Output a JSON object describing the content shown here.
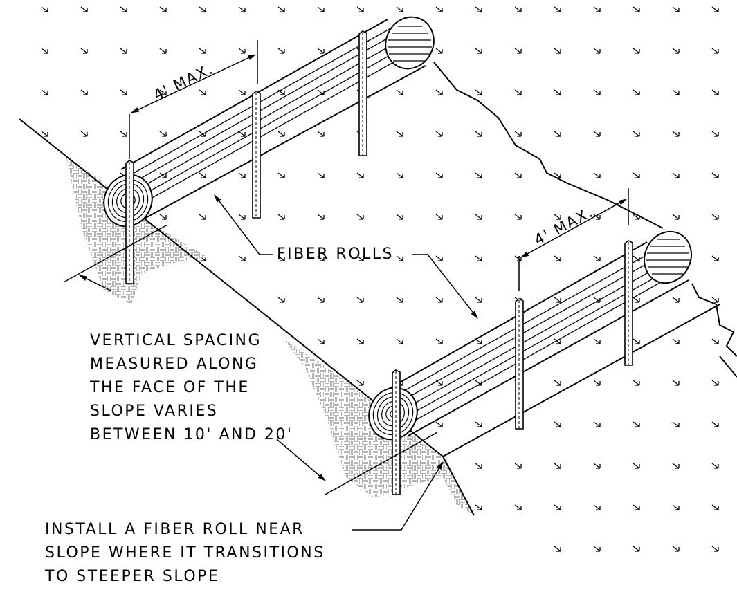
{
  "labels": {
    "fiber_rolls": "FIBER ROLLS",
    "dim_upper": "4' MAX.",
    "dim_lower": "4' MAX.",
    "vertical_spacing": [
      "VERTICAL SPACING",
      "MEASURED ALONG",
      "THE FACE OF THE",
      "SLOPE VARIES",
      "BETWEEN 10' AND 20'"
    ],
    "install_note": [
      "INSTALL A FIBER ROLL NEAR",
      "SLOPE WHERE IT TRANSITIONS",
      "TO STEEPER SLOPE"
    ]
  },
  "colors": {
    "line": "#000000",
    "soil_hatch": "#b4b4b4",
    "background": "#ffffff"
  },
  "icons": {
    "ground_marker": "grass-tick-icon"
  }
}
